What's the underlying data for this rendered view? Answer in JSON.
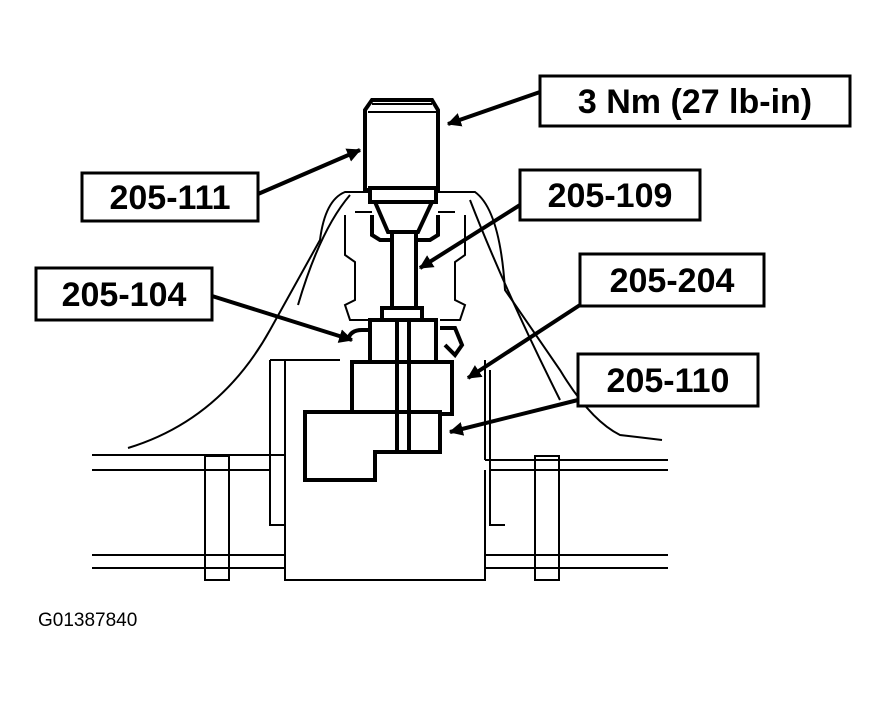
{
  "callouts": {
    "torque": "3 Nm (27 lb-in)",
    "tool_205_111": "205-111",
    "tool_205_109": "205-109",
    "tool_205_104": "205-104",
    "tool_205_204": "205-204",
    "tool_205_110": "205-110"
  },
  "figure_id": "G01387840",
  "colors": {
    "ink": "#000000",
    "paper": "#ffffff"
  }
}
